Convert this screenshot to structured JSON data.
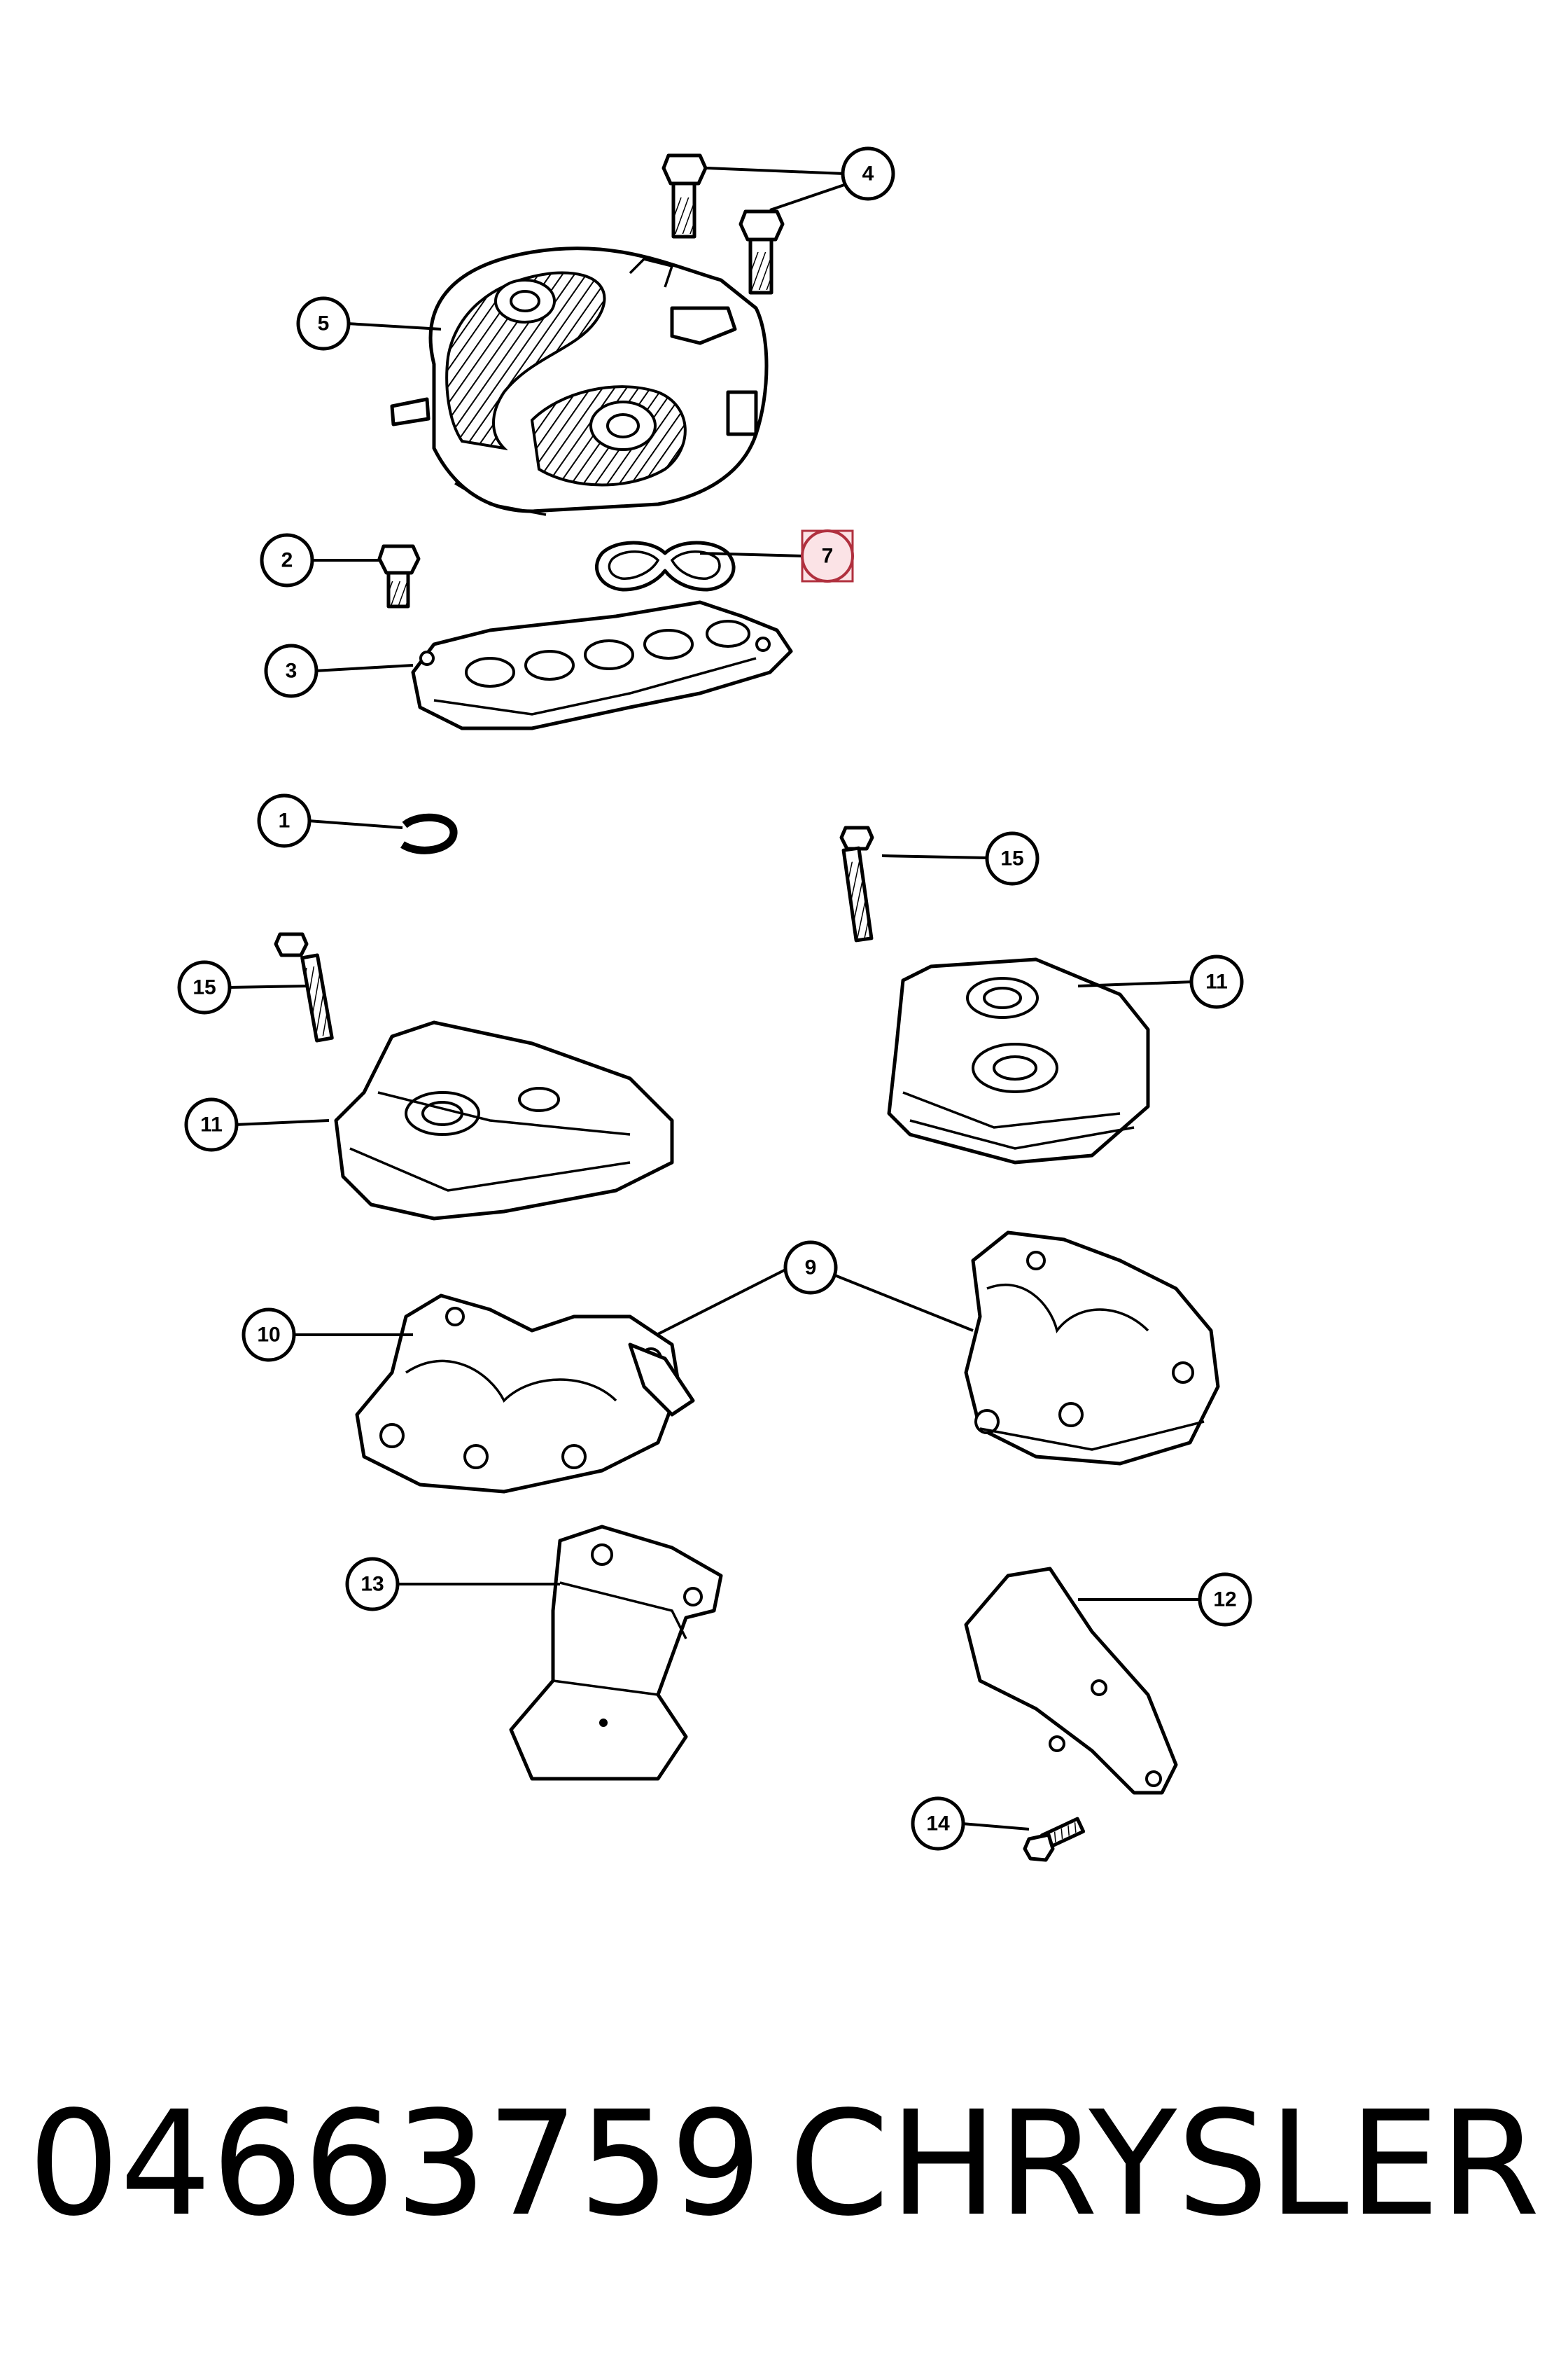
{
  "callouts": [
    {
      "id": "c4",
      "label": "4"
    },
    {
      "id": "c5",
      "label": "5"
    },
    {
      "id": "c2",
      "label": "2"
    },
    {
      "id": "c7",
      "label": "7",
      "highlighted": true
    },
    {
      "id": "c3",
      "label": "3"
    },
    {
      "id": "c1",
      "label": "1"
    },
    {
      "id": "c15a",
      "label": "15"
    },
    {
      "id": "c15b",
      "label": "15"
    },
    {
      "id": "c11a",
      "label": "11"
    },
    {
      "id": "c11b",
      "label": "11"
    },
    {
      "id": "c9",
      "label": "9"
    },
    {
      "id": "c10",
      "label": "10"
    },
    {
      "id": "c13",
      "label": "13"
    },
    {
      "id": "c12",
      "label": "12"
    },
    {
      "id": "c14",
      "label": "14"
    }
  ],
  "footer": {
    "part_number": "04663759",
    "brand": "CHRYSLER"
  },
  "colors": {
    "highlight_fill": "#fbe3e6",
    "highlight_stroke": "#b0303e",
    "line": "#000000",
    "background": "#ffffff"
  }
}
